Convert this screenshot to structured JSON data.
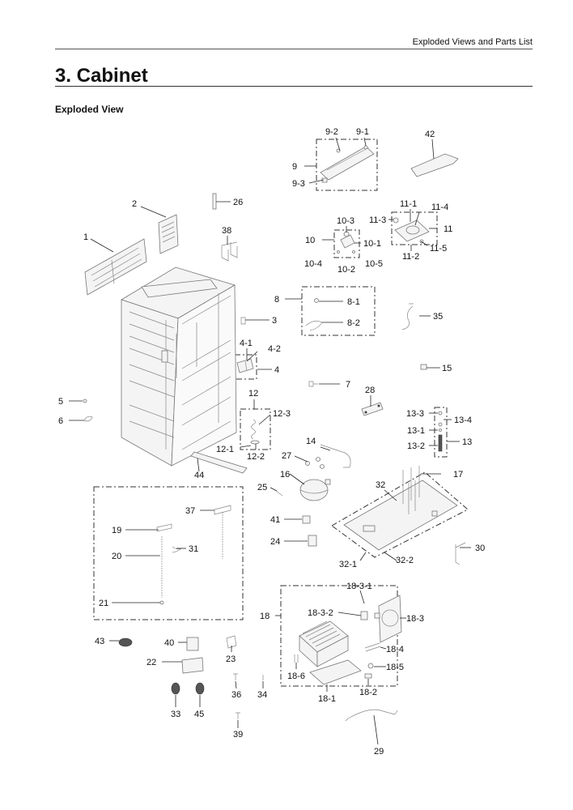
{
  "header": {
    "section": "Exploded Views and Parts List"
  },
  "page_title": "3.  Cabinet",
  "subtitle": "Exploded View",
  "callouts": {
    "c1": "1",
    "c2": "2",
    "c3": "3",
    "c4": "4",
    "c4_1": "4-1",
    "c4_2": "4-2",
    "c5": "5",
    "c6": "6",
    "c7": "7",
    "c8": "8",
    "c8_1": "8-1",
    "c8_2": "8-2",
    "c9": "9",
    "c9_1": "9-1",
    "c9_2": "9-2",
    "c9_3": "9-3",
    "c10": "10",
    "c10_1": "10-1",
    "c10_2": "10-2",
    "c10_3": "10-3",
    "c10_4": "10-4",
    "c10_5": "10-5",
    "c11": "11",
    "c11_1": "11-1",
    "c11_2": "11-2",
    "c11_3": "11-3",
    "c11_4": "11-4",
    "c11_5": "11-5",
    "c12": "12",
    "c12_1": "12-1",
    "c12_2": "12-2",
    "c12_3": "12-3",
    "c13": "13",
    "c13_1": "13-1",
    "c13_2": "13-2",
    "c13_3": "13-3",
    "c13_4": "13-4",
    "c14": "14",
    "c15": "15",
    "c16": "16",
    "c17": "17",
    "c18": "18",
    "c18_1": "18-1",
    "c18_2": "18-2",
    "c18_3": "18-3",
    "c18_3_1": "18-3-1",
    "c18_3_2": "18-3-2",
    "c18_4": "18-4",
    "c18_5": "18-5",
    "c18_6": "18-6",
    "c19": "19",
    "c20": "20",
    "c21": "21",
    "c22": "22",
    "c23": "23",
    "c24": "24",
    "c25": "25",
    "c26": "26",
    "c27": "27",
    "c28": "28",
    "c29": "29",
    "c30": "30",
    "c31": "31",
    "c32": "32",
    "c32_1": "32-1",
    "c32_2": "32-2",
    "c33": "33",
    "c34": "34",
    "c35": "35",
    "c36": "36",
    "c37": "37",
    "c38": "38",
    "c39": "39",
    "c40": "40",
    "c41": "41",
    "c42": "42",
    "c43": "43",
    "c44": "44",
    "c45": "45"
  }
}
